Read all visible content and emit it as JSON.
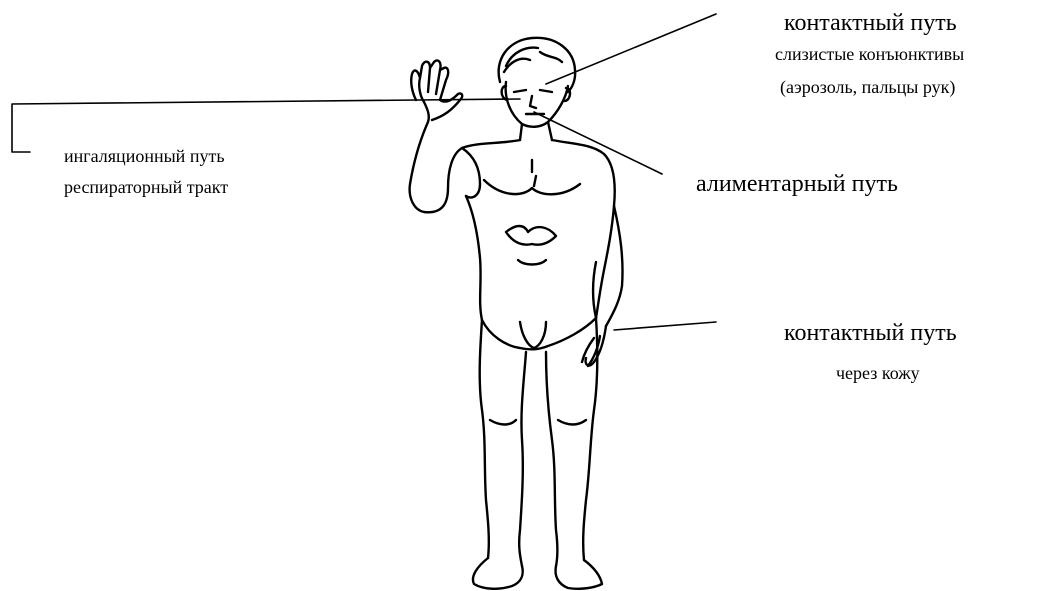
{
  "labels": {
    "contact_eye_title": "контактный путь",
    "contact_eye_sub1": "слизистые конъюнктивы",
    "contact_eye_sub2": "(аэрозоль, пальцы рук)",
    "inhalation_title": "ингаляционный путь",
    "inhalation_sub": "респираторный тракт",
    "alimentary": "алиментарный путь",
    "contact_skin_title": "контактный путь",
    "contact_skin_sub": "через кожу"
  },
  "colors": {
    "ink": "#000000",
    "background": "#ffffff"
  },
  "icons": {
    "figure": "human-figure-outline"
  }
}
